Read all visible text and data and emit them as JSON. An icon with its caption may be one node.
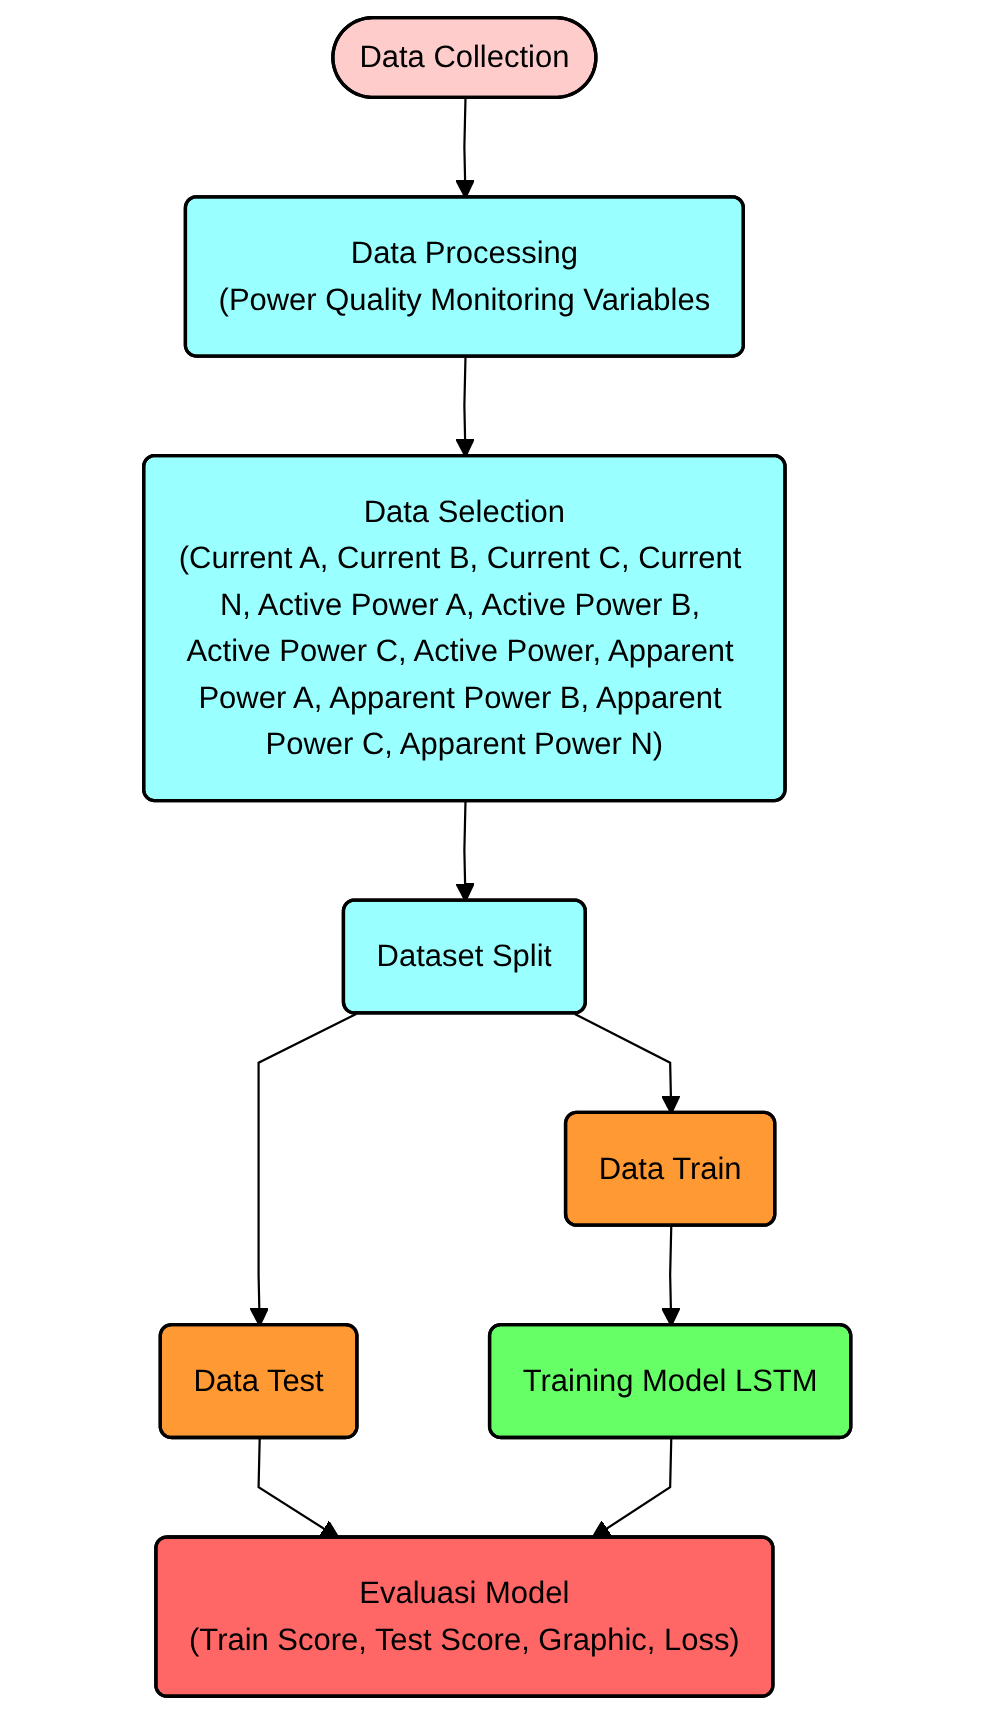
{
  "diagram": {
    "nodes": [
      {
        "text": [
          "Data Collection"
        ]
      },
      {
        "text": [
          "Data Processing",
          "(Power Quality Monitoring Variables"
        ]
      },
      {
        "text": [
          "Data Selection",
          "(Current A, Current B, Current C, Current N, Active Power A, Active Power B, Active Power C, Active Power, Apparent Power A, Apparent Power B, Apparent Power C, Apparent Power N)"
        ]
      },
      {
        "text": [
          "Dataset Split"
        ]
      },
      {
        "text": [
          "Data Train"
        ]
      },
      {
        "text": [
          "Data Test"
        ]
      },
      {
        "text": [
          "Training Model LSTM"
        ]
      },
      {
        "text": [
          "Evaluasi Model",
          "(Train Score, Test Score, Graphic, Loss)"
        ]
      }
    ],
    "edges": [
      {
        "from": 0,
        "to": 1,
        "arrow": "to"
      },
      {
        "from": 1,
        "to": 2,
        "arrow": "to"
      },
      {
        "from": 2,
        "to": 3,
        "arrow": "to"
      },
      {
        "from": 3,
        "to": 4,
        "arrow": "to"
      },
      {
        "from": 3,
        "to": 5,
        "arrow": "to"
      },
      {
        "from": 4,
        "to": 6,
        "arrow": "to"
      },
      {
        "from": 5,
        "to": 7,
        "arrow": "to"
      },
      {
        "from": 6,
        "to": 7,
        "arrow": "to"
      }
    ]
  }
}
